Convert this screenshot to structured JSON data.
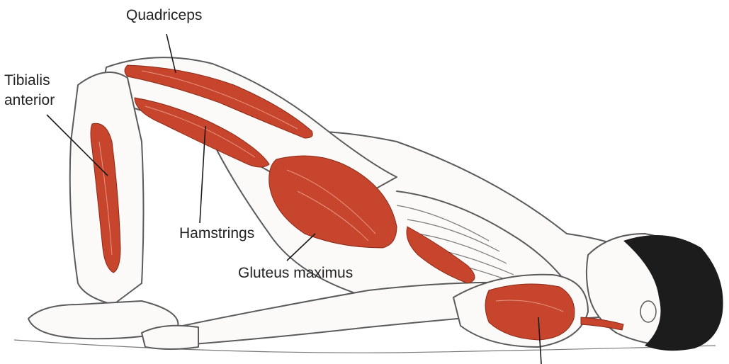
{
  "labels": {
    "quadriceps": "Quadriceps",
    "tibialis_line1": "Tibialis",
    "tibialis_line2": "anterior",
    "hamstrings": "Hamstrings",
    "gluteus": "Gluteus maximus"
  },
  "colors": {
    "muscle": "#c8452d",
    "muscle_dark": "#9b2f1c",
    "outline": "#5b5b5b",
    "hair": "#1c1c1c",
    "label_text": "#222222"
  }
}
